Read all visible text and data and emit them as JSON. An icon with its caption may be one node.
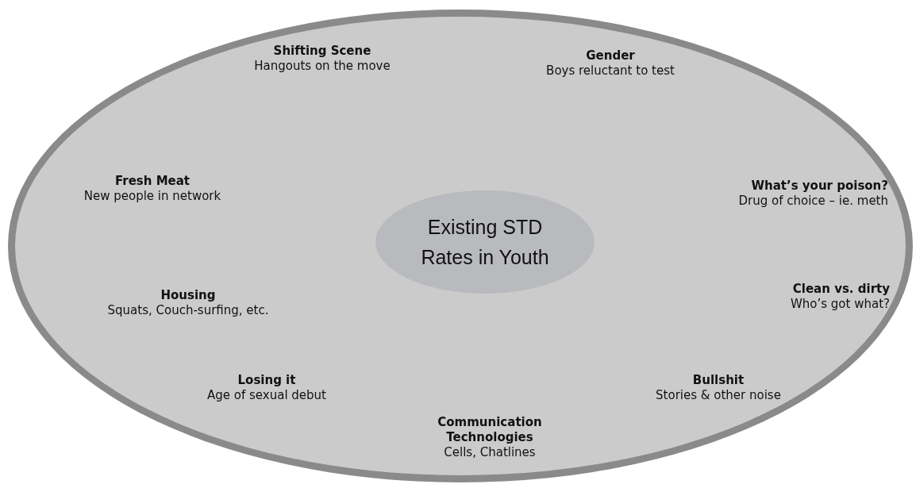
{
  "diagram": {
    "nodes": [
      {
        "text": [],
        "shape": "ellipse"
      },
      {
        "text": [
          "Existing STD Rates in Youth"
        ],
        "in": 0
      }
    ],
    "labels": [
      "Shifting Scene",
      "Hangouts on the move",
      "Gender",
      "Boys reluctant to test",
      "Fresh Meat",
      "New people in network",
      "What’s your poison?",
      "Drug of choice – ie. meth",
      "Housing",
      "Squats, Couch-surfing, etc.",
      "Clean vs. dirty",
      "Who’s got what?",
      "Losing it",
      "Age of sexual debut",
      "Bullshit",
      "Stories & other noise",
      "Communication Technologies",
      "Cells, Chatlines"
    ]
  }
}
